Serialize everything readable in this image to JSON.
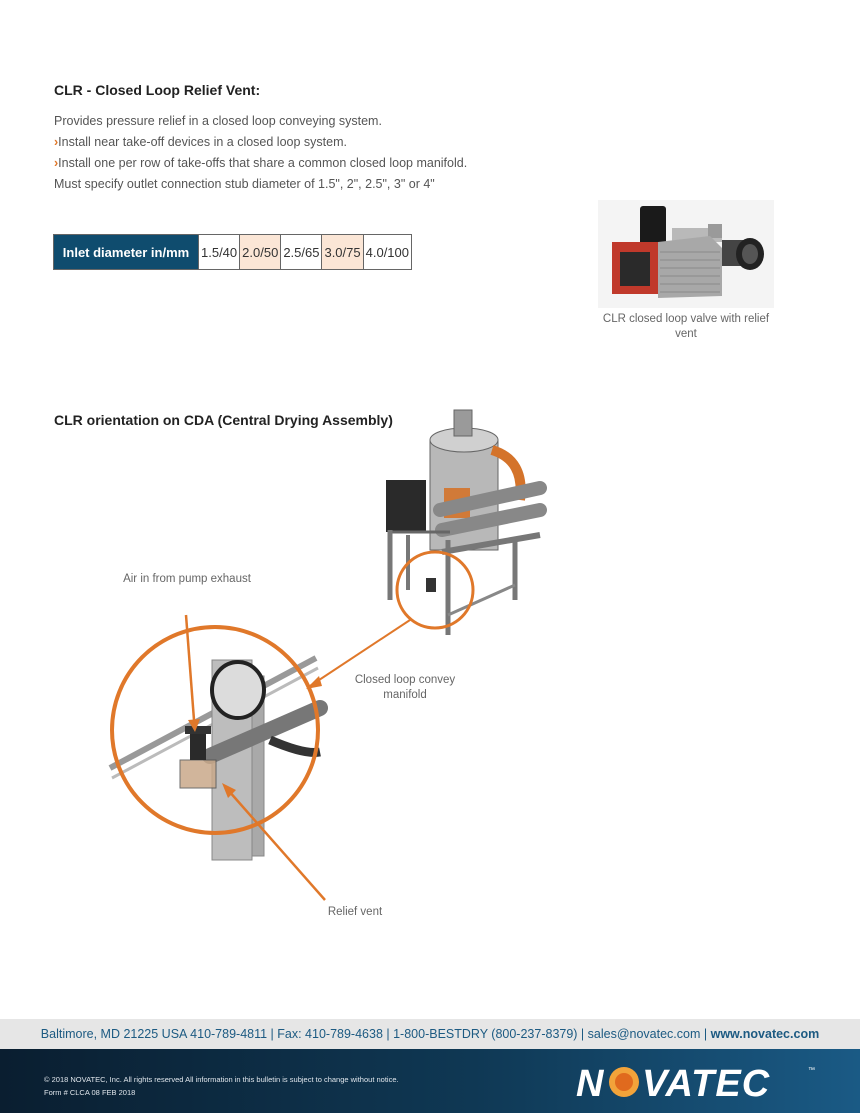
{
  "section1": {
    "title": "CLR - Closed Loop Relief Vent:",
    "intro": "Provides pressure relief in a closed loop conveying system.",
    "bullets": [
      "Install near take-off devices in a closed loop system.",
      "Install one per row of take-offs that share a common closed loop manifold."
    ],
    "bullet_marker": "›",
    "note": "Must specify outlet connection stub diameter of 1.5\", 2\", 2.5\", 3\" or 4\""
  },
  "spec_table": {
    "header": "Inlet diameter in/mm",
    "values": [
      "1.5/40",
      "2.0/50",
      "2.5/65",
      "3.0/75",
      "4.0/100"
    ],
    "highlight_color": "#fbe6d6",
    "header_color": "#0f4c6e"
  },
  "photo": {
    "caption": "CLR closed loop valve with relief vent"
  },
  "section2": {
    "title": "CLR orientation on CDA (Central Drying Assembly)",
    "labels": {
      "air_in": "Air in from pump exhaust",
      "manifold": "Closed loop convey manifold",
      "relief_vent": "Relief vent"
    },
    "accent_color": "#e0782a"
  },
  "contact": {
    "text": "Baltimore, MD 21225 USA  410-789-4811 | Fax: 410-789-4638 | 1-800-BESTDRY (800-237-8379) | sales@novatec.com | ",
    "website": "www.novatec.com"
  },
  "footer": {
    "copyright": "© 2018 NOVATEC, Inc. All rights reserved   All information in this bulletin is subject to change without notice.",
    "form_number": "Form # CLCA 08 FEB 2018",
    "logo_text": "NOVATEC"
  }
}
